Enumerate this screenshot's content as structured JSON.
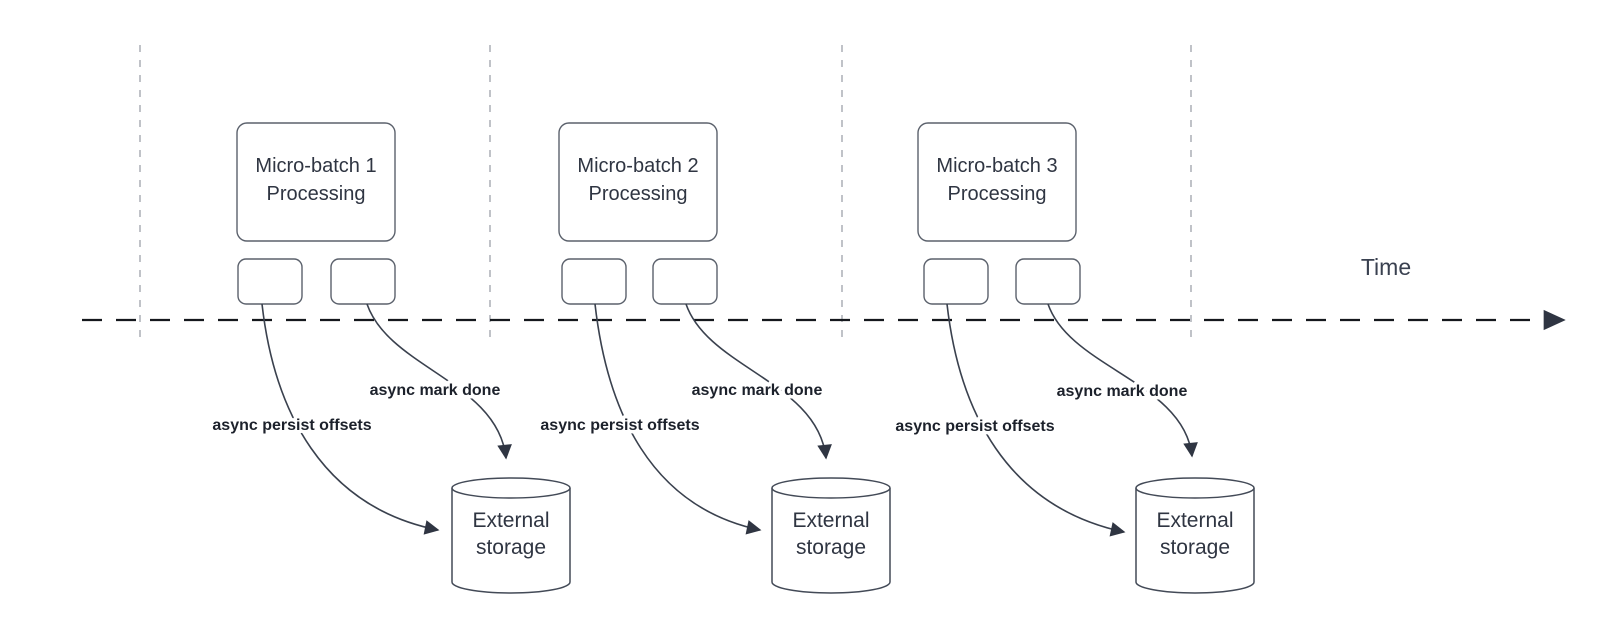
{
  "time_label": "Time",
  "colors": {
    "background": "#ffffff",
    "shape_stroke": "#5b616c",
    "edge_stroke": "#3a414e",
    "divider_gray": "#b1b4ba",
    "time_axis_black": "#15181d",
    "text_dark": "#2f3542",
    "edge_label_dark": "#1c212b"
  },
  "groups": [
    {
      "box_line1": "Micro-batch 1",
      "box_line2": "Processing",
      "persist_label": "async persist offsets",
      "done_label": "async mark done",
      "storage_line1": "External",
      "storage_line2": "storage"
    },
    {
      "box_line1": "Micro-batch 2",
      "box_line2": "Processing",
      "persist_label": "async persist offsets",
      "done_label": "async mark done",
      "storage_line1": "External",
      "storage_line2": "storage"
    },
    {
      "box_line1": "Micro-batch 3",
      "box_line2": "Processing",
      "persist_label": "async persist offsets",
      "done_label": "async mark done",
      "storage_line1": "External",
      "storage_line2": "storage"
    }
  ]
}
